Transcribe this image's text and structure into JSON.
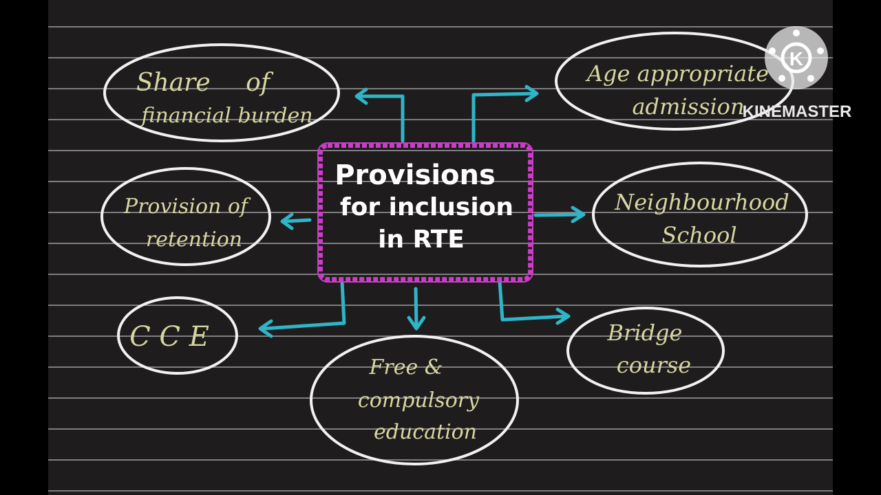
{
  "center": {
    "lines": [
      "Provisions",
      "for inclusion",
      "in RTE"
    ]
  },
  "nodes": {
    "share": {
      "lines": [
        "Share of",
        "financial burden"
      ]
    },
    "age": {
      "lines": [
        "Age appropriate",
        "admission"
      ]
    },
    "retention": {
      "lines": [
        "Provision of",
        "retention"
      ]
    },
    "neighbourhood": {
      "lines": [
        "Neighbourhood",
        "School"
      ]
    },
    "cce": {
      "lines": [
        "C C E"
      ]
    },
    "free": {
      "lines": [
        "Free &",
        "compulsory",
        "education"
      ]
    },
    "bridge": {
      "lines": [
        "Bridge",
        "course"
      ]
    }
  },
  "watermark": {
    "label": "KINEMASTER",
    "icon": "kinemaster-logo-icon",
    "logo_letter": "K"
  },
  "colors": {
    "board": "#1e1c1d",
    "ellipse": "#f2f2f2",
    "node_text": "#d8d6a0",
    "center_border": "#c83ec4",
    "arrow": "#2fb5c8"
  }
}
